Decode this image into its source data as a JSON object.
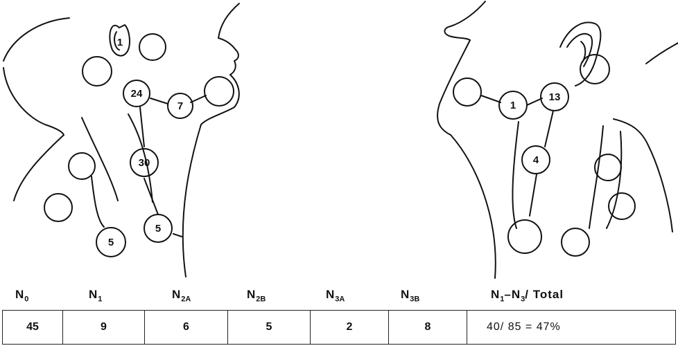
{
  "left_figure": {
    "nodes": [
      "1",
      "24",
      "7",
      "30",
      "5",
      "5"
    ]
  },
  "right_figure": {
    "nodes": [
      "1",
      "13",
      "4"
    ]
  },
  "headers": [
    {
      "base": "N",
      "sub": "0"
    },
    {
      "base": "N",
      "sub": "1"
    },
    {
      "base": "N",
      "sub": "2A"
    },
    {
      "base": "N",
      "sub": "2B"
    },
    {
      "base": "N",
      "sub": "3A"
    },
    {
      "base": "N",
      "sub": "3B"
    },
    {
      "base": "N",
      "sub": "1",
      "mid": "–N",
      "sub2": "3",
      "tail": "/ Total"
    }
  ],
  "values": [
    "45",
    "9",
    "6",
    "5",
    "2",
    "8",
    "40/ 85 = 47%"
  ]
}
